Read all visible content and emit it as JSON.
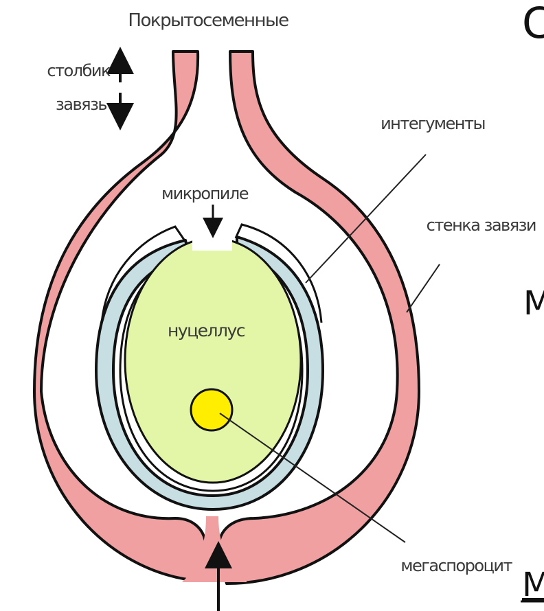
{
  "diagram": {
    "title": "Покрытосеменные",
    "labels": {
      "style": "столбик",
      "ovary": "завязь",
      "micropyle": "микропиле",
      "integuments": "интегументы",
      "ovary_wall": "стенка завязи",
      "nucellus": "нуцеллус",
      "megasporocyte": "мегаспороцит"
    },
    "cropped_text": {
      "top_right": "С",
      "mid_right": "М",
      "bottom_right": "М"
    },
    "colors": {
      "ovary_wall": "#f0a0a0",
      "integument": "#c7dfe3",
      "nucellus": "#e3f5a6",
      "megasporocyte": "#ffee00",
      "outline": "#111111"
    }
  }
}
